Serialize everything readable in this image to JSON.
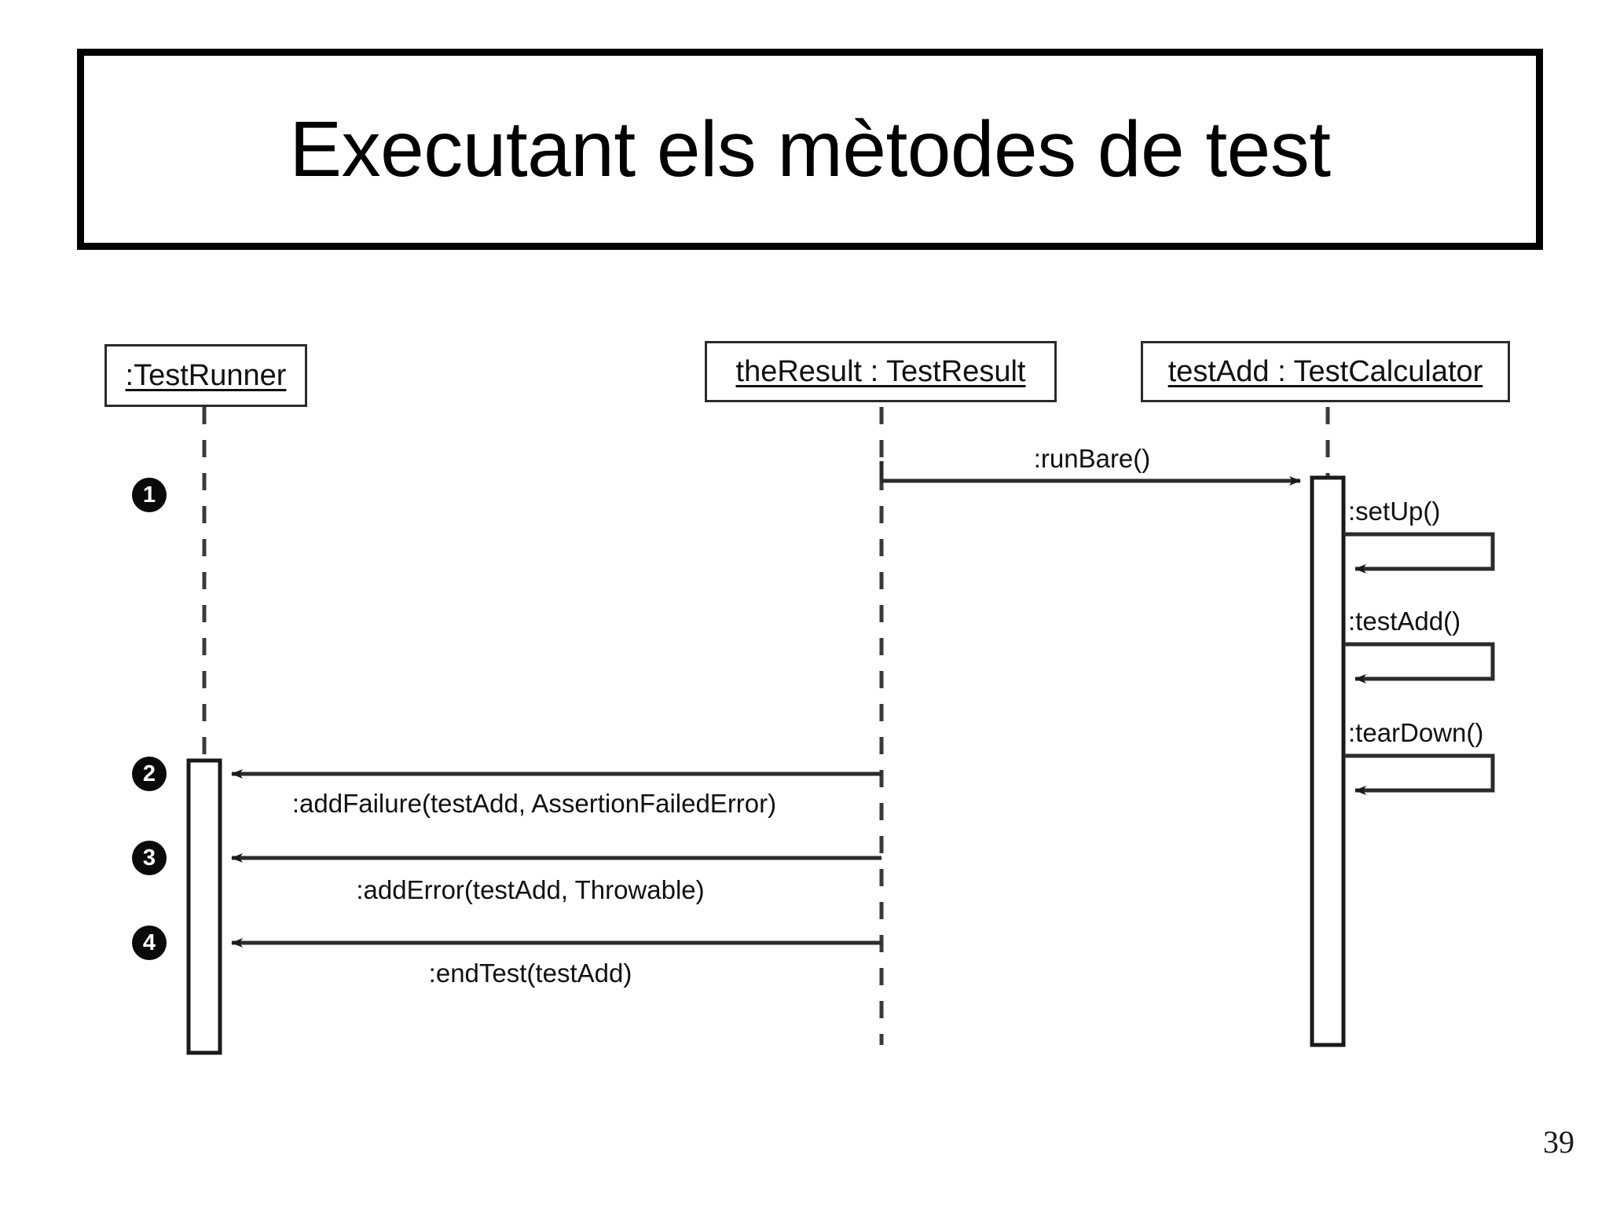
{
  "slide": {
    "title": "Executant els mètodes de test",
    "page_number": "39"
  },
  "diagram": {
    "type": "uml-sequence-diagram",
    "lifelines": [
      {
        "id": "testrunner",
        "label": ":TestRunner"
      },
      {
        "id": "theresult",
        "label": "theResult : TestResult"
      },
      {
        "id": "testcalculator",
        "label": "testAdd : TestCalculator"
      }
    ],
    "messages": [
      {
        "id": "runbare",
        "label": ":runBare()",
        "kind": "call",
        "from": "theresult",
        "to": "testcalculator"
      },
      {
        "id": "setup",
        "label": ":setUp()",
        "kind": "self",
        "from": "testcalculator",
        "to": "testcalculator"
      },
      {
        "id": "testadd",
        "label": ":testAdd()",
        "kind": "self",
        "from": "testcalculator",
        "to": "testcalculator"
      },
      {
        "id": "teardown",
        "label": ":tearDown()",
        "kind": "self",
        "from": "testcalculator",
        "to": "testcalculator"
      },
      {
        "id": "addfailure",
        "label": ":addFailure(testAdd, AssertionFailedError)",
        "kind": "return",
        "from": "theresult",
        "to": "testrunner"
      },
      {
        "id": "adderror",
        "label": ":addError(testAdd, Throwable)",
        "kind": "return",
        "from": "theresult",
        "to": "testrunner"
      },
      {
        "id": "endtest",
        "label": ":endTest(testAdd)",
        "kind": "return",
        "from": "theresult",
        "to": "testrunner"
      }
    ],
    "step_markers": [
      {
        "id": "step-1",
        "number": "1"
      },
      {
        "id": "step-2",
        "number": "2"
      },
      {
        "id": "step-3",
        "number": "3"
      },
      {
        "id": "step-4",
        "number": "4"
      }
    ],
    "colors": {
      "line": "#2b2b2b",
      "text": "#111111",
      "marker_fill": "#0a0a0a",
      "marker_text": "#ffffff",
      "background": "#ffffff"
    }
  }
}
